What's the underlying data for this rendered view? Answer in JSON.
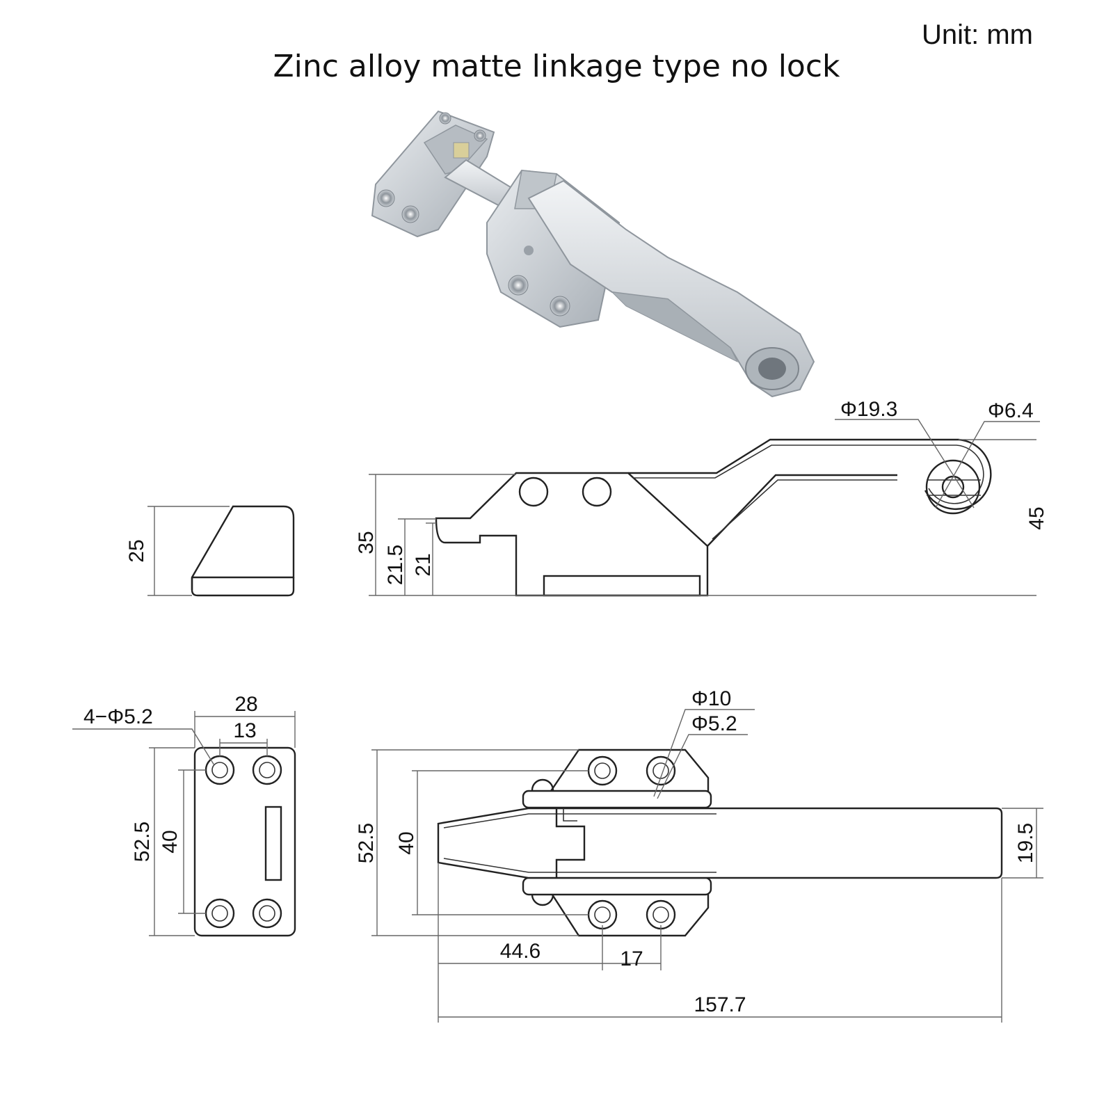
{
  "title": "Zinc alloy matte linkage type no lock",
  "unit_label": "Unit:  mm",
  "product_photo": {
    "icon": "latch-photo-icon"
  },
  "side_view": {
    "block_height": "25",
    "height_35": "35",
    "height_21_5": "21.5",
    "height_21": "21",
    "height_45": "45",
    "dia_19_3": "Φ19.3",
    "dia_6_4": "Φ6.4"
  },
  "top_view": {
    "holes": "4−Φ5.2",
    "width_28": "28",
    "spacing_13": "13",
    "height_52_5": "52.5",
    "spacing_40": "40",
    "dia_10": "Φ10",
    "dia_5_2": "Φ5.2",
    "main_52_5": "52.5",
    "main_40": "40",
    "handle_19_5": "19.5",
    "offset_44_6": "44.6",
    "spacing_17": "17",
    "length_157_7": "157.7"
  },
  "colors": {
    "line": "#222222",
    "metal_light": "#d9dde1",
    "metal_dark": "#9aa1a8"
  }
}
